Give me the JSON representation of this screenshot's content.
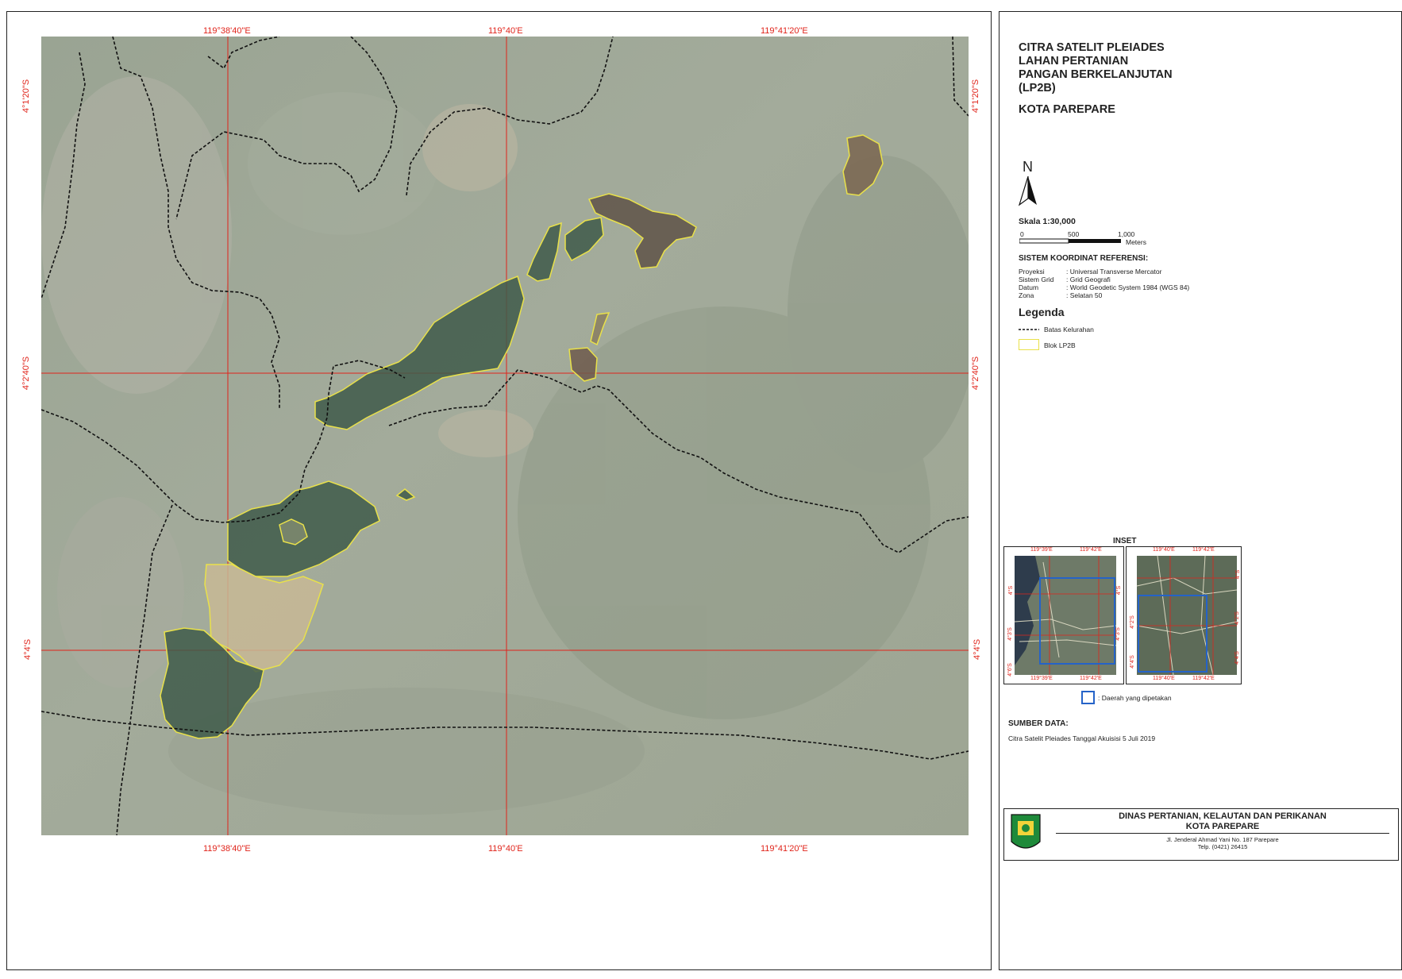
{
  "map": {
    "top_ticks": [
      "119°38'40\"E",
      "119°40'E",
      "119°41'20\"E"
    ],
    "bottom_ticks": [
      "119°38'40\"E",
      "119°40'E",
      "119°41'20\"E"
    ],
    "left_ticks": [
      "4°1'20\"S",
      "4°2'40\"S",
      "4°4'S"
    ],
    "right_ticks": [
      "4°1'20\"S",
      "4°2'40\"S",
      "4°4'S"
    ],
    "colors": {
      "grid": "#e0241b",
      "lp2b_outline": "#e9e14a",
      "boundary": "#111111"
    }
  },
  "panel": {
    "title_lines": [
      "CITRA SATELIT PLEIADES",
      "LAHAN PERTANIAN",
      "PANGAN BERKELANJUTAN",
      "(LP2B)"
    ],
    "subtitle": "KOTA PAREPARE",
    "north": "N",
    "scale_label": "Skala 1:30,000",
    "scale_ticks": [
      "0",
      "500",
      "1,000"
    ],
    "scale_unit": "Meters",
    "crs_header": "SISTEM KOORDINAT REFERENSI:",
    "crs_rows": [
      {
        "k": "Proyeksi",
        "v": ": Universal Transverse Mercator"
      },
      {
        "k": "Sistem Grid",
        "v": ": Grid Geografi"
      },
      {
        "k": "Datum",
        "v": ": World Geodetic System 1984 (WGS 84)"
      },
      {
        "k": "Zona",
        "v": ": Selatan 50"
      }
    ],
    "legend_header": "Legenda",
    "legend_items": [
      {
        "label": "Batas Kelurahan",
        "symbol": "dash-line"
      },
      {
        "label": "Blok LP2B",
        "symbol": "yellow-box"
      }
    ],
    "inset_header": "INSET",
    "inset1_top": [
      "119°39'E",
      "119°42'E"
    ],
    "inset1_bottom": [
      "119°39'E",
      "119°42'E"
    ],
    "inset1_left": [
      "4°S",
      "4°3'S",
      "4°6'S"
    ],
    "inset1_right": [
      "4°S",
      "4°3'S"
    ],
    "inset2_top": [
      "119°40'E",
      "119°42'E"
    ],
    "inset2_bottom": [
      "119°40'E",
      "119°42'E"
    ],
    "inset2_left": [
      "4°2'S",
      "4°4'S"
    ],
    "inset2_right": [
      "4°S",
      "4°2'S",
      "4°4'S"
    ],
    "inset_note": ": Daerah yang dipetakan",
    "source_header": "SUMBER DATA:",
    "source_text": "Citra Satelit Pleiades Tanggal Akuisisi 5 Juli 2019",
    "org_line1": "DINAS PERTANIAN, KELAUTAN DAN PERIKANAN",
    "org_line2": "KOTA PAREPARE",
    "org_addr1": "Jl. Jenderal Ahmad Yani No. 187 Parepare",
    "org_addr2": "Telp. (0421) 26415"
  }
}
